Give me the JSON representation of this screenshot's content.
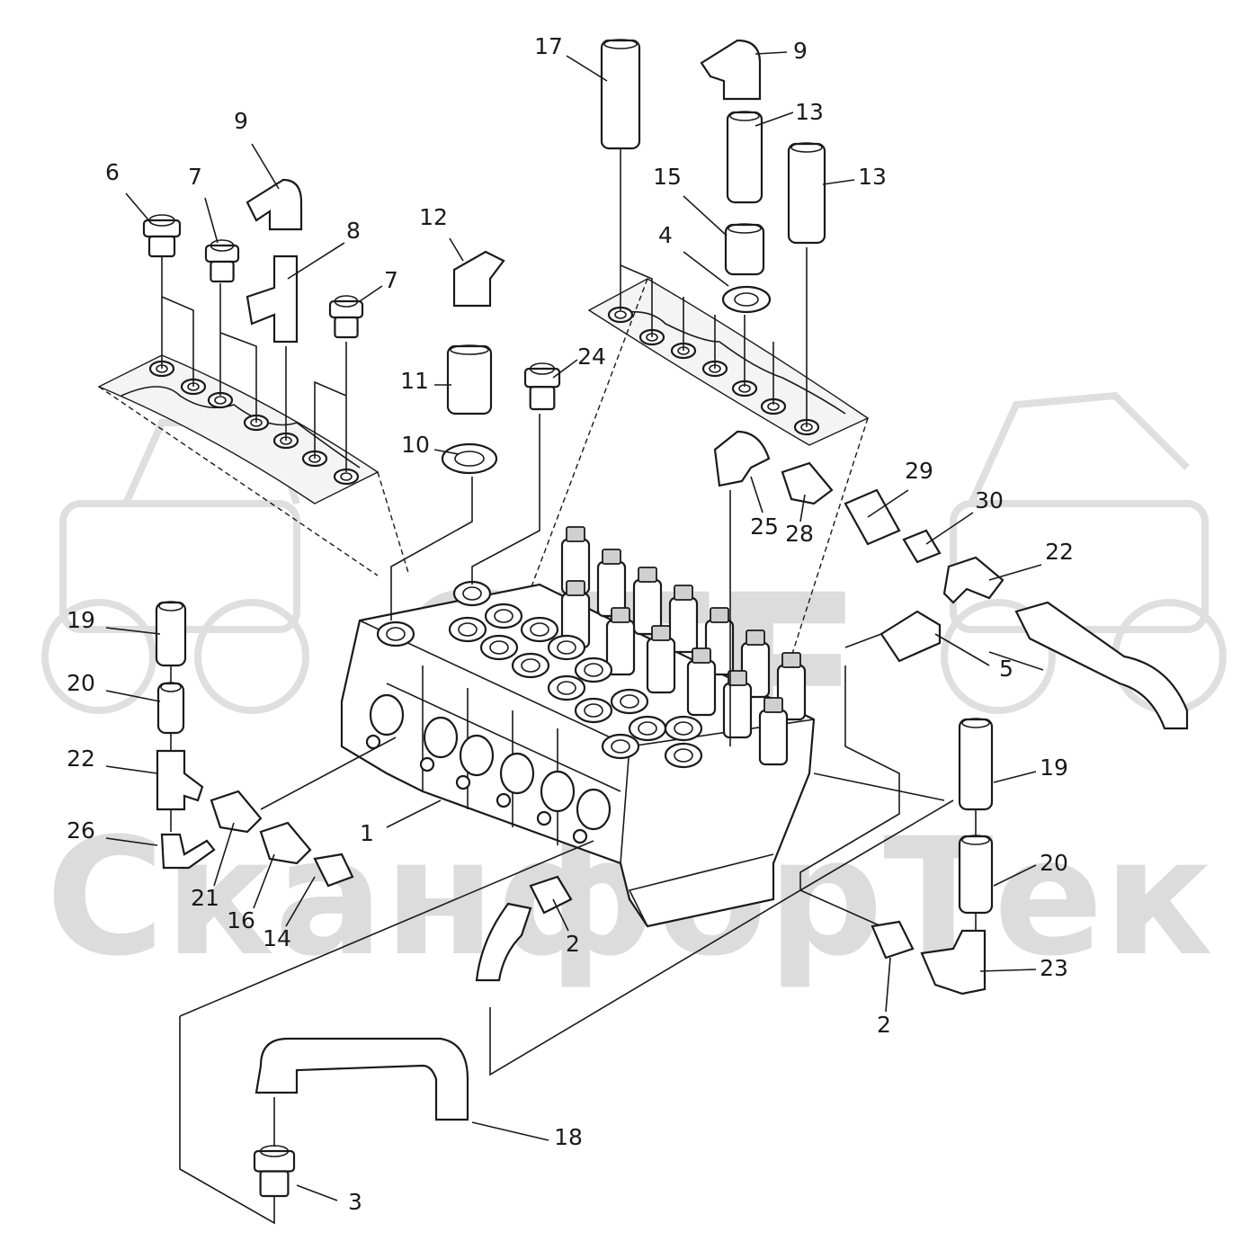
{
  "watermark": {
    "big": "STF",
    "text": "СканфорТек"
  },
  "callouts": [
    {
      "id": "callout-1",
      "label": "1"
    },
    {
      "id": "callout-2-center",
      "label": "2"
    },
    {
      "id": "callout-2-right",
      "label": "2"
    },
    {
      "id": "callout-3",
      "label": "3"
    },
    {
      "id": "callout-4",
      "label": "4"
    },
    {
      "id": "callout-5",
      "label": "5"
    },
    {
      "id": "callout-6",
      "label": "6"
    },
    {
      "id": "callout-7-left",
      "label": "7"
    },
    {
      "id": "callout-7-right",
      "label": "7"
    },
    {
      "id": "callout-8",
      "label": "8"
    },
    {
      "id": "callout-9-left",
      "label": "9"
    },
    {
      "id": "callout-9-right",
      "label": "9"
    },
    {
      "id": "callout-10",
      "label": "10"
    },
    {
      "id": "callout-11",
      "label": "11"
    },
    {
      "id": "callout-12",
      "label": "12"
    },
    {
      "id": "callout-13-upper",
      "label": "13"
    },
    {
      "id": "callout-13-right",
      "label": "13"
    },
    {
      "id": "callout-14",
      "label": "14"
    },
    {
      "id": "callout-15",
      "label": "15"
    },
    {
      "id": "callout-16",
      "label": "16"
    },
    {
      "id": "callout-17",
      "label": "17"
    },
    {
      "id": "callout-18",
      "label": "18"
    },
    {
      "id": "callout-19-left",
      "label": "19"
    },
    {
      "id": "callout-19-right",
      "label": "19"
    },
    {
      "id": "callout-20-left",
      "label": "20"
    },
    {
      "id": "callout-20-right",
      "label": "20"
    },
    {
      "id": "callout-21",
      "label": "21"
    },
    {
      "id": "callout-22-left",
      "label": "22"
    },
    {
      "id": "callout-22-right",
      "label": "22"
    },
    {
      "id": "callout-23",
      "label": "23"
    },
    {
      "id": "callout-24",
      "label": "24"
    },
    {
      "id": "callout-25",
      "label": "25"
    },
    {
      "id": "callout-26",
      "label": "26"
    },
    {
      "id": "callout-28",
      "label": "28"
    },
    {
      "id": "callout-29",
      "label": "29"
    },
    {
      "id": "callout-30",
      "label": "30"
    }
  ]
}
